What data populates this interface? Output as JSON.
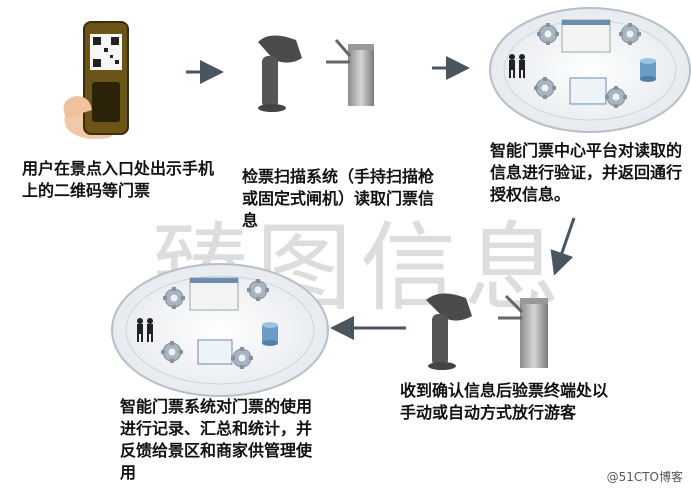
{
  "watermark": "臻图信息",
  "steps": [
    {
      "text": "用户在景点入口处出示手机上的二维码等门票"
    },
    {
      "text": "检票扫描系统（手持扫描枪或固定式闸机）读取门票信息"
    },
    {
      "text": "智能门票中心平台对读取的信息进行验证，并返回通行授权信息。"
    },
    {
      "text": "收到确认信息后验票终端处以手动或自动方式放行游客"
    },
    {
      "text": "智能门票系统对门票的使用进行记录、汇总和统计，并反馈给景区和商家供管理使用"
    }
  ],
  "credit": "@51CTO博客",
  "colors": {
    "arrow": "#4a5560",
    "ellipse": "#d9dde3",
    "gear": "#9aa7b3",
    "db": "#5d8fb8"
  }
}
